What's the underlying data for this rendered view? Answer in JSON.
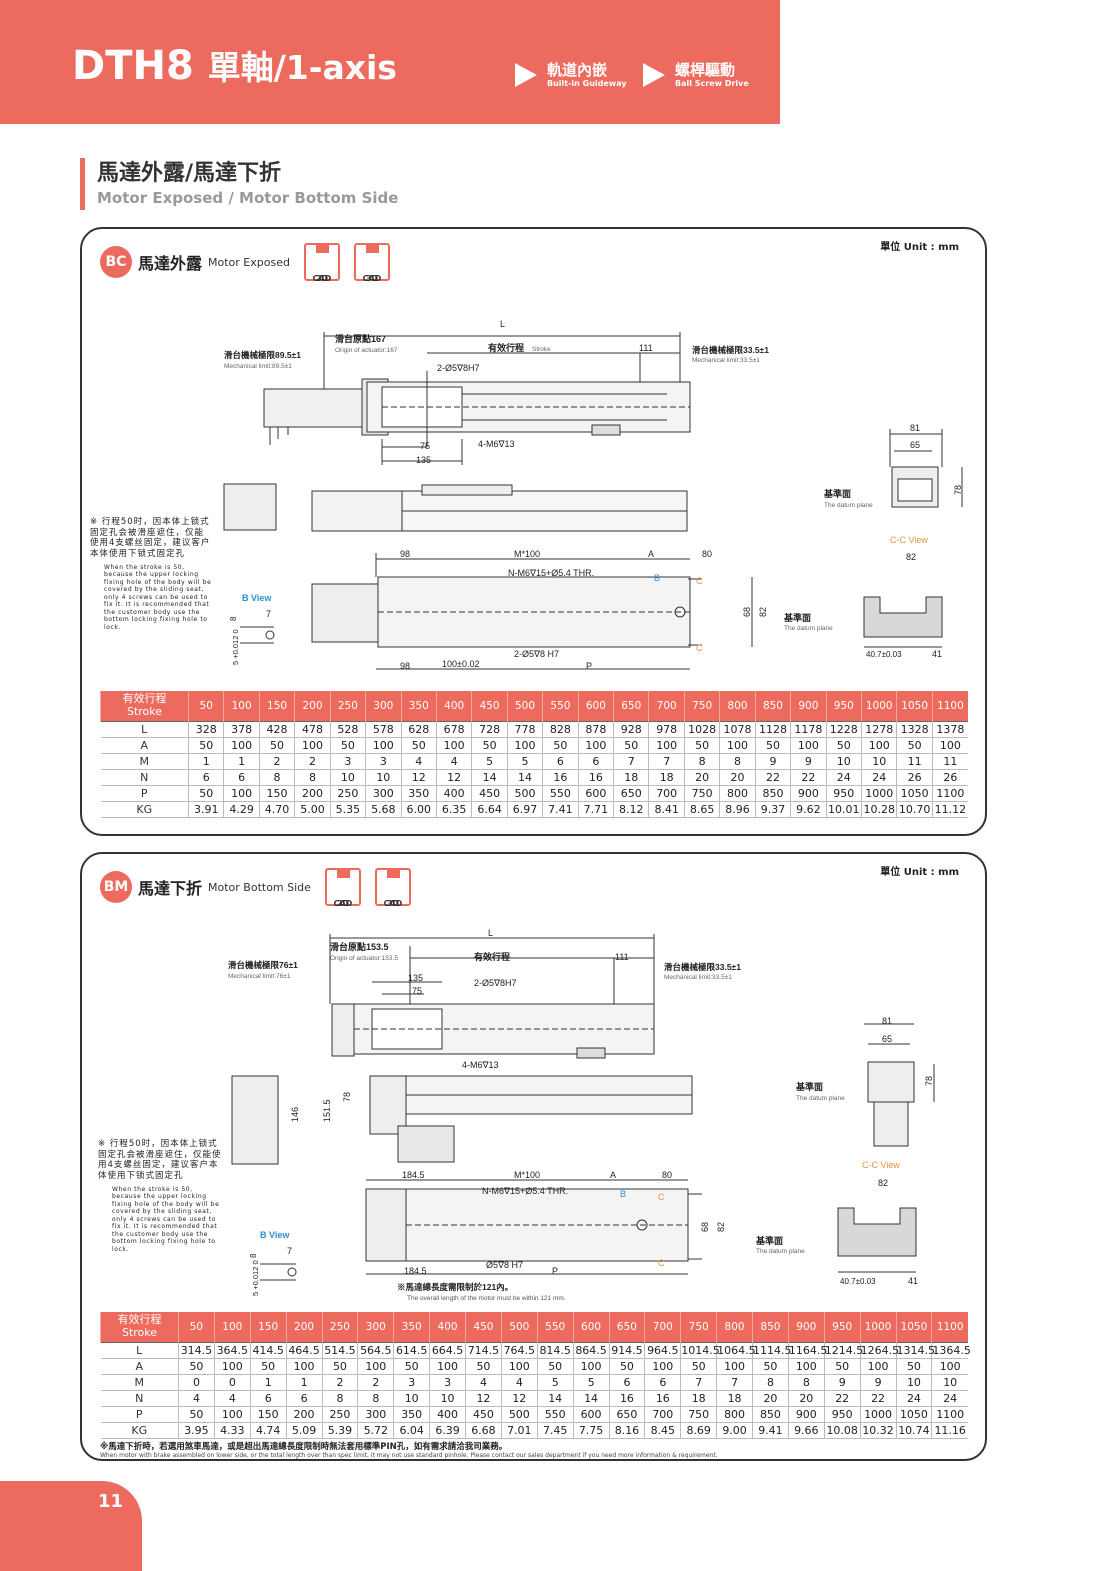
{
  "header": {
    "model": "DTH8",
    "axis": "單軸/1-axis",
    "features": [
      {
        "zh": "軌道內嵌",
        "en": "Built-in Guideway"
      },
      {
        "zh": "螺桿驅動",
        "en": "Ball Screw Drive"
      }
    ]
  },
  "section": {
    "zh": "馬達外露/馬達下折",
    "en": "Motor Exposed / Motor Bottom Side"
  },
  "unit": "單位 Unit : mm",
  "cad_labels": {
    "cad2d_top": "2D",
    "cad3d_top": "3D",
    "cad_bottom": "CAD"
  },
  "panels": [
    {
      "code": "BC",
      "zh": "馬達外露",
      "en": "Motor Exposed",
      "dims": {
        "L": "L",
        "origin_zh": "滑台原點167",
        "origin_en": "Origin of actuator:167",
        "stroke": "有效行程",
        "stroke_en": "Stroke",
        "d111": "111",
        "mech_left_zh": "滑台機械極限89.5±1",
        "mech_left_en": "Mechanical limit:89.5±1",
        "mech_right_zh": "滑台機械極限33.5±1",
        "mech_right_en": "Mechanical limit:33.5±1",
        "pin_top": "2-Ø5∇8H7",
        "d75": "75",
        "d135": "135",
        "tap_top": "4-M6∇13",
        "d81": "81",
        "d65": "65",
        "d78": "78",
        "datum_zh": "基準面",
        "datum_en": "The datum plane",
        "cc_view": "C-C View",
        "d82": "82",
        "d98": "98",
        "m100": "M*100",
        "a": "A",
        "d80": "80",
        "tap_bottom": "N-M6∇15+Ø5.4 THR.",
        "b": "B",
        "c": "C",
        "d68": "68",
        "d98b": "98",
        "tol100": "100±0.02",
        "pin_bottom": "2-Ø5∇8 H7",
        "p": "P",
        "d40": "40.7±0.03",
        "d41": "41",
        "b_view": "B View",
        "bv7": "7",
        "bv8": "8",
        "bv5": "5 +0.012 0",
        "note_zh": "※ 行程50时，因本体上锁式固定孔会被滑座遮住，仅能使用4支螺丝固定，建议客户本体使用下锁式固定孔",
        "note_en": "When the stroke is 50, because the upper locking fixing hole of the body will be covered by the sliding seat, only 4 screws can be used to fix it. It is recommended that the customer body use the bottom locking fixing hole to lock."
      },
      "table": {
        "head_zh": "有效行程",
        "head_en": "Stroke",
        "strokes": [
          "50",
          "100",
          "150",
          "200",
          "250",
          "300",
          "350",
          "400",
          "450",
          "500",
          "550",
          "600",
          "650",
          "700",
          "750",
          "800",
          "850",
          "900",
          "950",
          "1000",
          "1050",
          "1100"
        ],
        "rows": [
          {
            "label": "L",
            "values": [
              "328",
              "378",
              "428",
              "478",
              "528",
              "578",
              "628",
              "678",
              "728",
              "778",
              "828",
              "878",
              "928",
              "978",
              "1028",
              "1078",
              "1128",
              "1178",
              "1228",
              "1278",
              "1328",
              "1378"
            ]
          },
          {
            "label": "A",
            "values": [
              "50",
              "100",
              "50",
              "100",
              "50",
              "100",
              "50",
              "100",
              "50",
              "100",
              "50",
              "100",
              "50",
              "100",
              "50",
              "100",
              "50",
              "100",
              "50",
              "100",
              "50",
              "100"
            ]
          },
          {
            "label": "M",
            "values": [
              "1",
              "1",
              "2",
              "2",
              "3",
              "3",
              "4",
              "4",
              "5",
              "5",
              "6",
              "6",
              "7",
              "7",
              "8",
              "8",
              "9",
              "9",
              "10",
              "10",
              "11",
              "11"
            ]
          },
          {
            "label": "N",
            "values": [
              "6",
              "6",
              "8",
              "8",
              "10",
              "10",
              "12",
              "12",
              "14",
              "14",
              "16",
              "16",
              "18",
              "18",
              "20",
              "20",
              "22",
              "22",
              "24",
              "24",
              "26",
              "26"
            ]
          },
          {
            "label": "P",
            "values": [
              "50",
              "100",
              "150",
              "200",
              "250",
              "300",
              "350",
              "400",
              "450",
              "500",
              "550",
              "600",
              "650",
              "700",
              "750",
              "800",
              "850",
              "900",
              "950",
              "1000",
              "1050",
              "1100"
            ]
          },
          {
            "label": "KG",
            "values": [
              "3.91",
              "4.29",
              "4.70",
              "5.00",
              "5.35",
              "5.68",
              "6.00",
              "6.35",
              "6.64",
              "6.97",
              "7.41",
              "7.71",
              "8.12",
              "8.41",
              "8.65",
              "8.96",
              "9.37",
              "9.62",
              "10.01",
              "10.28",
              "10.70",
              "11.12"
            ]
          }
        ]
      }
    },
    {
      "code": "BM",
      "zh": "馬達下折",
      "en": "Motor Bottom Side",
      "dims": {
        "L": "L",
        "origin_zh": "滑台原點153.5",
        "origin_en": "Origin of actuator:153.5",
        "stroke": "有效行程",
        "d111": "111",
        "mech_left_zh": "滑台機械極限76±1",
        "mech_left_en": "Mechanical limit:76±1",
        "mech_right_zh": "滑台機械極限33.5±1",
        "mech_right_en": "Mechanical limit:33.5±1",
        "d135": "135",
        "d75": "75",
        "pin_top": "2-Ø5∇8H7",
        "tap_top": "4-M6∇13",
        "d81": "81",
        "d65": "65",
        "d78": "78",
        "d146": "146",
        "d151": "151.5",
        "d78b": "78",
        "datum_zh": "基準面",
        "datum_en": "The datum plane",
        "cc_view": "C-C View",
        "d82": "82",
        "d184": "184.5",
        "m100": "M*100",
        "a": "A",
        "d80": "80",
        "tap_bottom": "N-M6∇15+Ø5.4 THR.",
        "b": "B",
        "c": "C",
        "d68": "68",
        "d184b": "184.5",
        "pin_bottom": "Ø5∇8 H7",
        "p": "P",
        "d40": "40.7±0.03",
        "d41": "41",
        "b_view": "B View",
        "bv7": "7",
        "bv8": "8",
        "bv5": "5 +0.012 0",
        "motor_note_zh": "※馬達總長度需限制於121內。",
        "motor_note_en": "The overall length of the motor must be within 121 mm.",
        "note_zh": "※ 行程50时，因本体上锁式固定孔会被滑座遮住，仅能使用4支螺丝固定，建议客户本体使用下锁式固定孔",
        "note_en": "When the stroke is 50, because the upper locking fixing hole of the body will be covered by the sliding seat, only 4 screws can be used to fix it. It is recommended that the customer body use the bottom locking fixing hole to lock."
      },
      "table": {
        "head_zh": "有效行程",
        "head_en": "Stroke",
        "strokes": [
          "50",
          "100",
          "150",
          "200",
          "250",
          "300",
          "350",
          "400",
          "450",
          "500",
          "550",
          "600",
          "650",
          "700",
          "750",
          "800",
          "850",
          "900",
          "950",
          "1000",
          "1050",
          "1100"
        ],
        "rows": [
          {
            "label": "L",
            "values": [
              "314.5",
              "364.5",
              "414.5",
              "464.5",
              "514.5",
              "564.5",
              "614.5",
              "664.5",
              "714.5",
              "764.5",
              "814.5",
              "864.5",
              "914.5",
              "964.5",
              "1014.5",
              "1064.5",
              "1114.5",
              "1164.5",
              "1214.5",
              "1264.5",
              "1314.5",
              "1364.5"
            ]
          },
          {
            "label": "A",
            "values": [
              "50",
              "100",
              "50",
              "100",
              "50",
              "100",
              "50",
              "100",
              "50",
              "100",
              "50",
              "100",
              "50",
              "100",
              "50",
              "100",
              "50",
              "100",
              "50",
              "100",
              "50",
              "100"
            ]
          },
          {
            "label": "M",
            "values": [
              "0",
              "0",
              "1",
              "1",
              "2",
              "2",
              "3",
              "3",
              "4",
              "4",
              "5",
              "5",
              "6",
              "6",
              "7",
              "7",
              "8",
              "8",
              "9",
              "9",
              "10",
              "10"
            ]
          },
          {
            "label": "N",
            "values": [
              "4",
              "4",
              "6",
              "6",
              "8",
              "8",
              "10",
              "10",
              "12",
              "12",
              "14",
              "14",
              "16",
              "16",
              "18",
              "18",
              "20",
              "20",
              "22",
              "22",
              "24",
              "24"
            ]
          },
          {
            "label": "P",
            "values": [
              "50",
              "100",
              "150",
              "200",
              "250",
              "300",
              "350",
              "400",
              "450",
              "500",
              "550",
              "600",
              "650",
              "700",
              "750",
              "800",
              "850",
              "900",
              "950",
              "1000",
              "1050",
              "1100"
            ]
          },
          {
            "label": "KG",
            "values": [
              "3.95",
              "4.33",
              "4.74",
              "5.09",
              "5.39",
              "5.72",
              "6.04",
              "6.39",
              "6.68",
              "7.01",
              "7.45",
              "7.75",
              "8.16",
              "8.45",
              "8.69",
              "9.00",
              "9.41",
              "9.66",
              "10.08",
              "10.32",
              "10.74",
              "11.16"
            ]
          }
        ]
      },
      "footnote_zh": "※馬達下折時，若選用煞車馬達，或是超出馬達總長度限制時無法套用標準PIN孔，如有需求請洽我司業務。",
      "footnote_en": "When motor with brake assembled on lower side, or the total length over than spec limit, it may not use standard pinhole. Please contact our sales department if you need more information & requirement."
    }
  ],
  "page_number": "11"
}
